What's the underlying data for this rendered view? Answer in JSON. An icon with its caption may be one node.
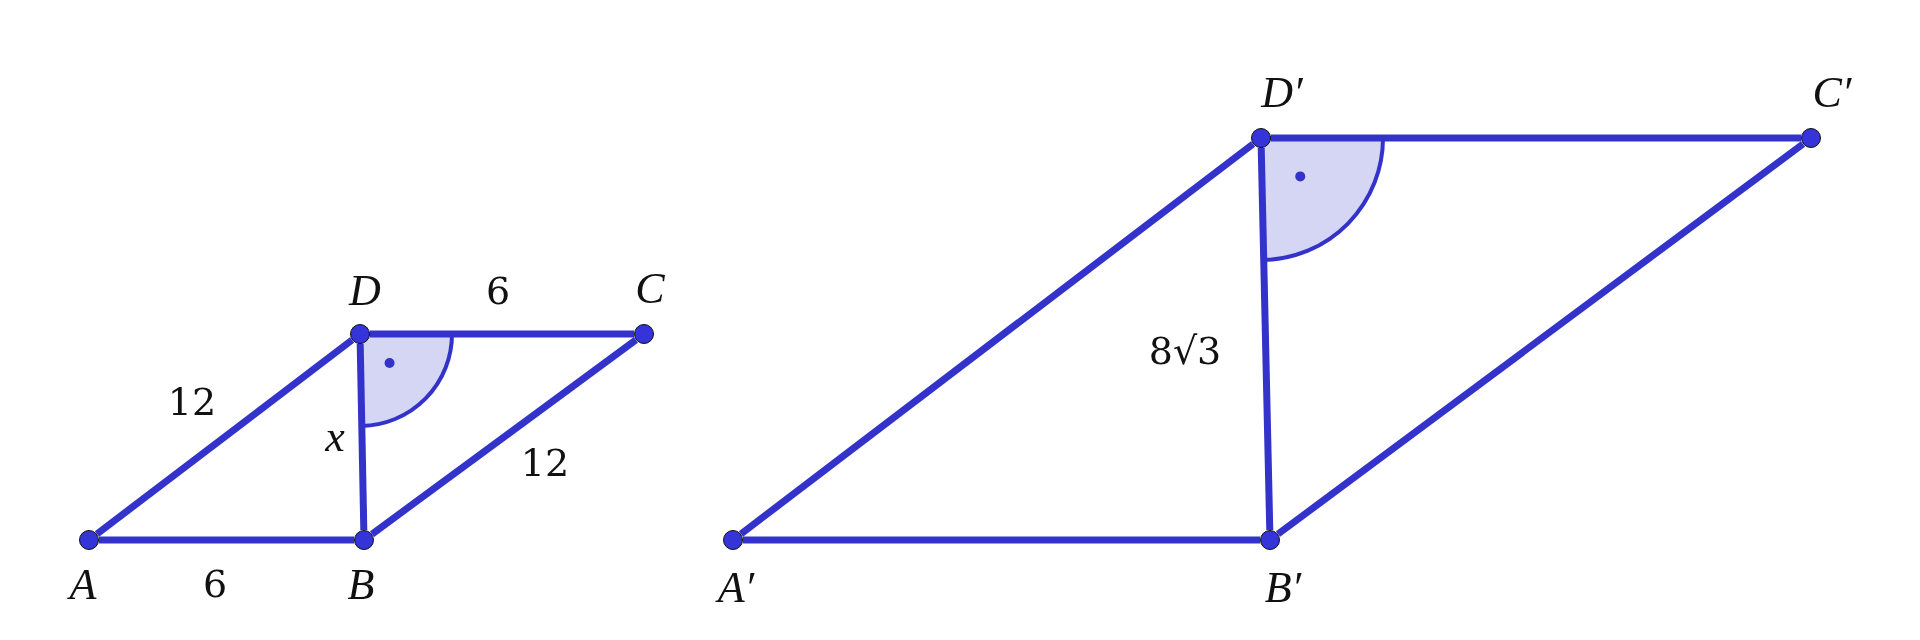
{
  "diagram": {
    "nodes": [
      {
        "text": [],
        "shape": "circle",
        "beside": [
          "A"
        ]
      },
      {
        "text": [],
        "shape": "circle",
        "beside": [
          "B"
        ]
      },
      {
        "text": [],
        "shape": "circle",
        "beside": [
          "C"
        ]
      },
      {
        "text": [],
        "shape": "circle",
        "beside": [
          "D"
        ]
      },
      {
        "text": [],
        "shape": "circle",
        "beside": [
          "A′"
        ]
      },
      {
        "text": [],
        "shape": "circle",
        "beside": [
          "B′"
        ]
      },
      {
        "text": [],
        "shape": "circle",
        "beside": [
          "C′"
        ]
      },
      {
        "text": [],
        "shape": "circle",
        "beside": [
          "D′"
        ]
      }
    ],
    "edges": [
      {
        "from": 0,
        "to": 1,
        "arrow": "none",
        "label": "6"
      },
      {
        "from": 1,
        "to": 2,
        "arrow": "none",
        "label": "12"
      },
      {
        "from": 3,
        "to": 2,
        "arrow": "none",
        "label": "6"
      },
      {
        "from": 0,
        "to": 3,
        "arrow": "none",
        "label": "12"
      },
      {
        "from": 3,
        "to": 1,
        "arrow": "none",
        "label": "x"
      },
      {
        "from": 4,
        "to": 5,
        "arrow": "none"
      },
      {
        "from": 5,
        "to": 6,
        "arrow": "none"
      },
      {
        "from": 7,
        "to": 6,
        "arrow": "none"
      },
      {
        "from": 4,
        "to": 7,
        "arrow": "none"
      },
      {
        "from": 7,
        "to": 5,
        "arrow": "none",
        "label": "8√3"
      }
    ]
  }
}
